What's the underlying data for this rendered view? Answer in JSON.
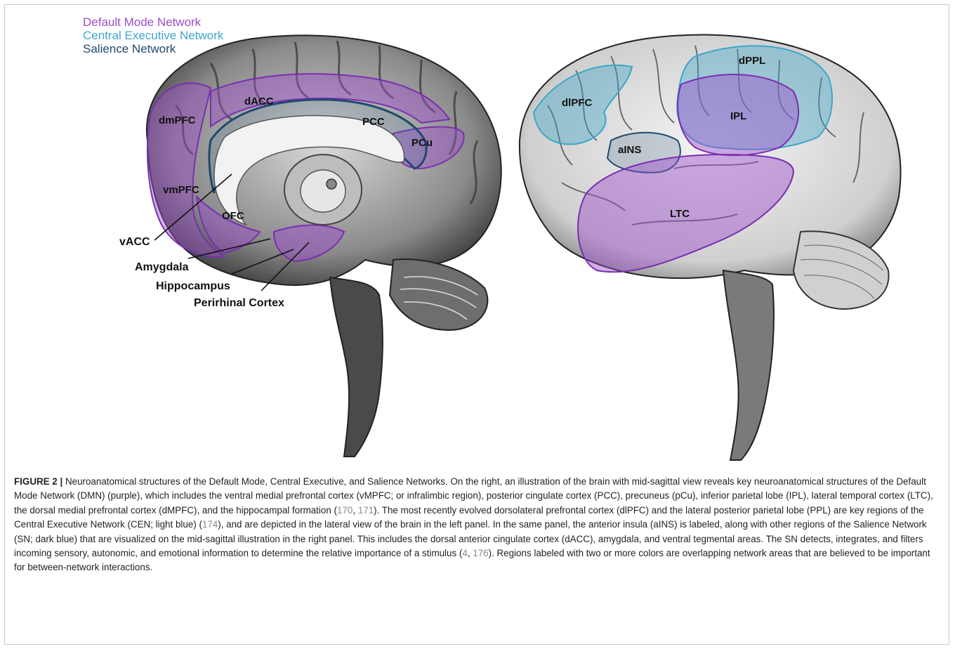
{
  "legend": {
    "dmn": {
      "label": "Default Mode Network",
      "color": "#9b4dca"
    },
    "cen": {
      "label": "Central Executive Network",
      "color": "#3ea6c8"
    },
    "sn": {
      "label": "Salience Network",
      "color": "#1e4a6e"
    }
  },
  "left_labels": {
    "dmPFC": "dmPFC",
    "dACC": "dACC",
    "PCC": "PCC",
    "PCu": "PCu",
    "vmPFC": "vmPFC",
    "OFC": "OFC",
    "vACC": "vACC",
    "amygdala": "Amygdala",
    "hippocampus": "Hippocampus",
    "perirhinal": "Perirhinal Cortex"
  },
  "right_labels": {
    "dPPL": "dPPL",
    "dlPFC": "dlPFC",
    "IPL": "IPL",
    "aINS": "aINS",
    "LTC": "LTC"
  },
  "caption": {
    "label": "FIGURE 2 |",
    "p1": " Neuroanatomical structures of the Default Mode, Central Executive, and Salience Networks. On the right, an illustration of the brain with mid-sagittal view reveals key neuroanatomical structures of the Default Mode Network (DMN) (purple), which includes the ventral medial prefrontal cortex (vMPFC; or infralimbic region), posterior cingulate cortex (PCC), precuneus (pCu), inferior parietal lobe (IPL), lateral temporal cortex (LTC), the dorsal medial prefrontal cortex (dMPFC), and the hippocampal formation (",
    "r1": "170",
    "s1": ", ",
    "r2": "171",
    "p2": "). The most recently evolved dorsolateral prefrontal cortex (dlPFC) and the lateral posterior parietal lobe (PPL) are key regions of the Central Executive Network (CEN; light blue) (",
    "r3": "174",
    "p3": "), and are depicted in the lateral view of the brain in the left panel. In the same panel, the anterior insula (aINS) is labeled, along with other regions of the Salience Network (SN; dark blue) that are visualized on the mid-sagittal illustration in the right panel. This includes the dorsal anterior cingulate cortex (dACC), amygdala, and ventral tegmental areas. The SN detects, integrates, and filters incoming sensory, autonomic, and emotional information to determine the relative importance of a stimulus (",
    "r4": "4",
    "s2": ", ",
    "r5": "176",
    "p4": "). Regions labeled with two or more colors are overlapping network areas that are believed to be important for between-network interactions."
  }
}
